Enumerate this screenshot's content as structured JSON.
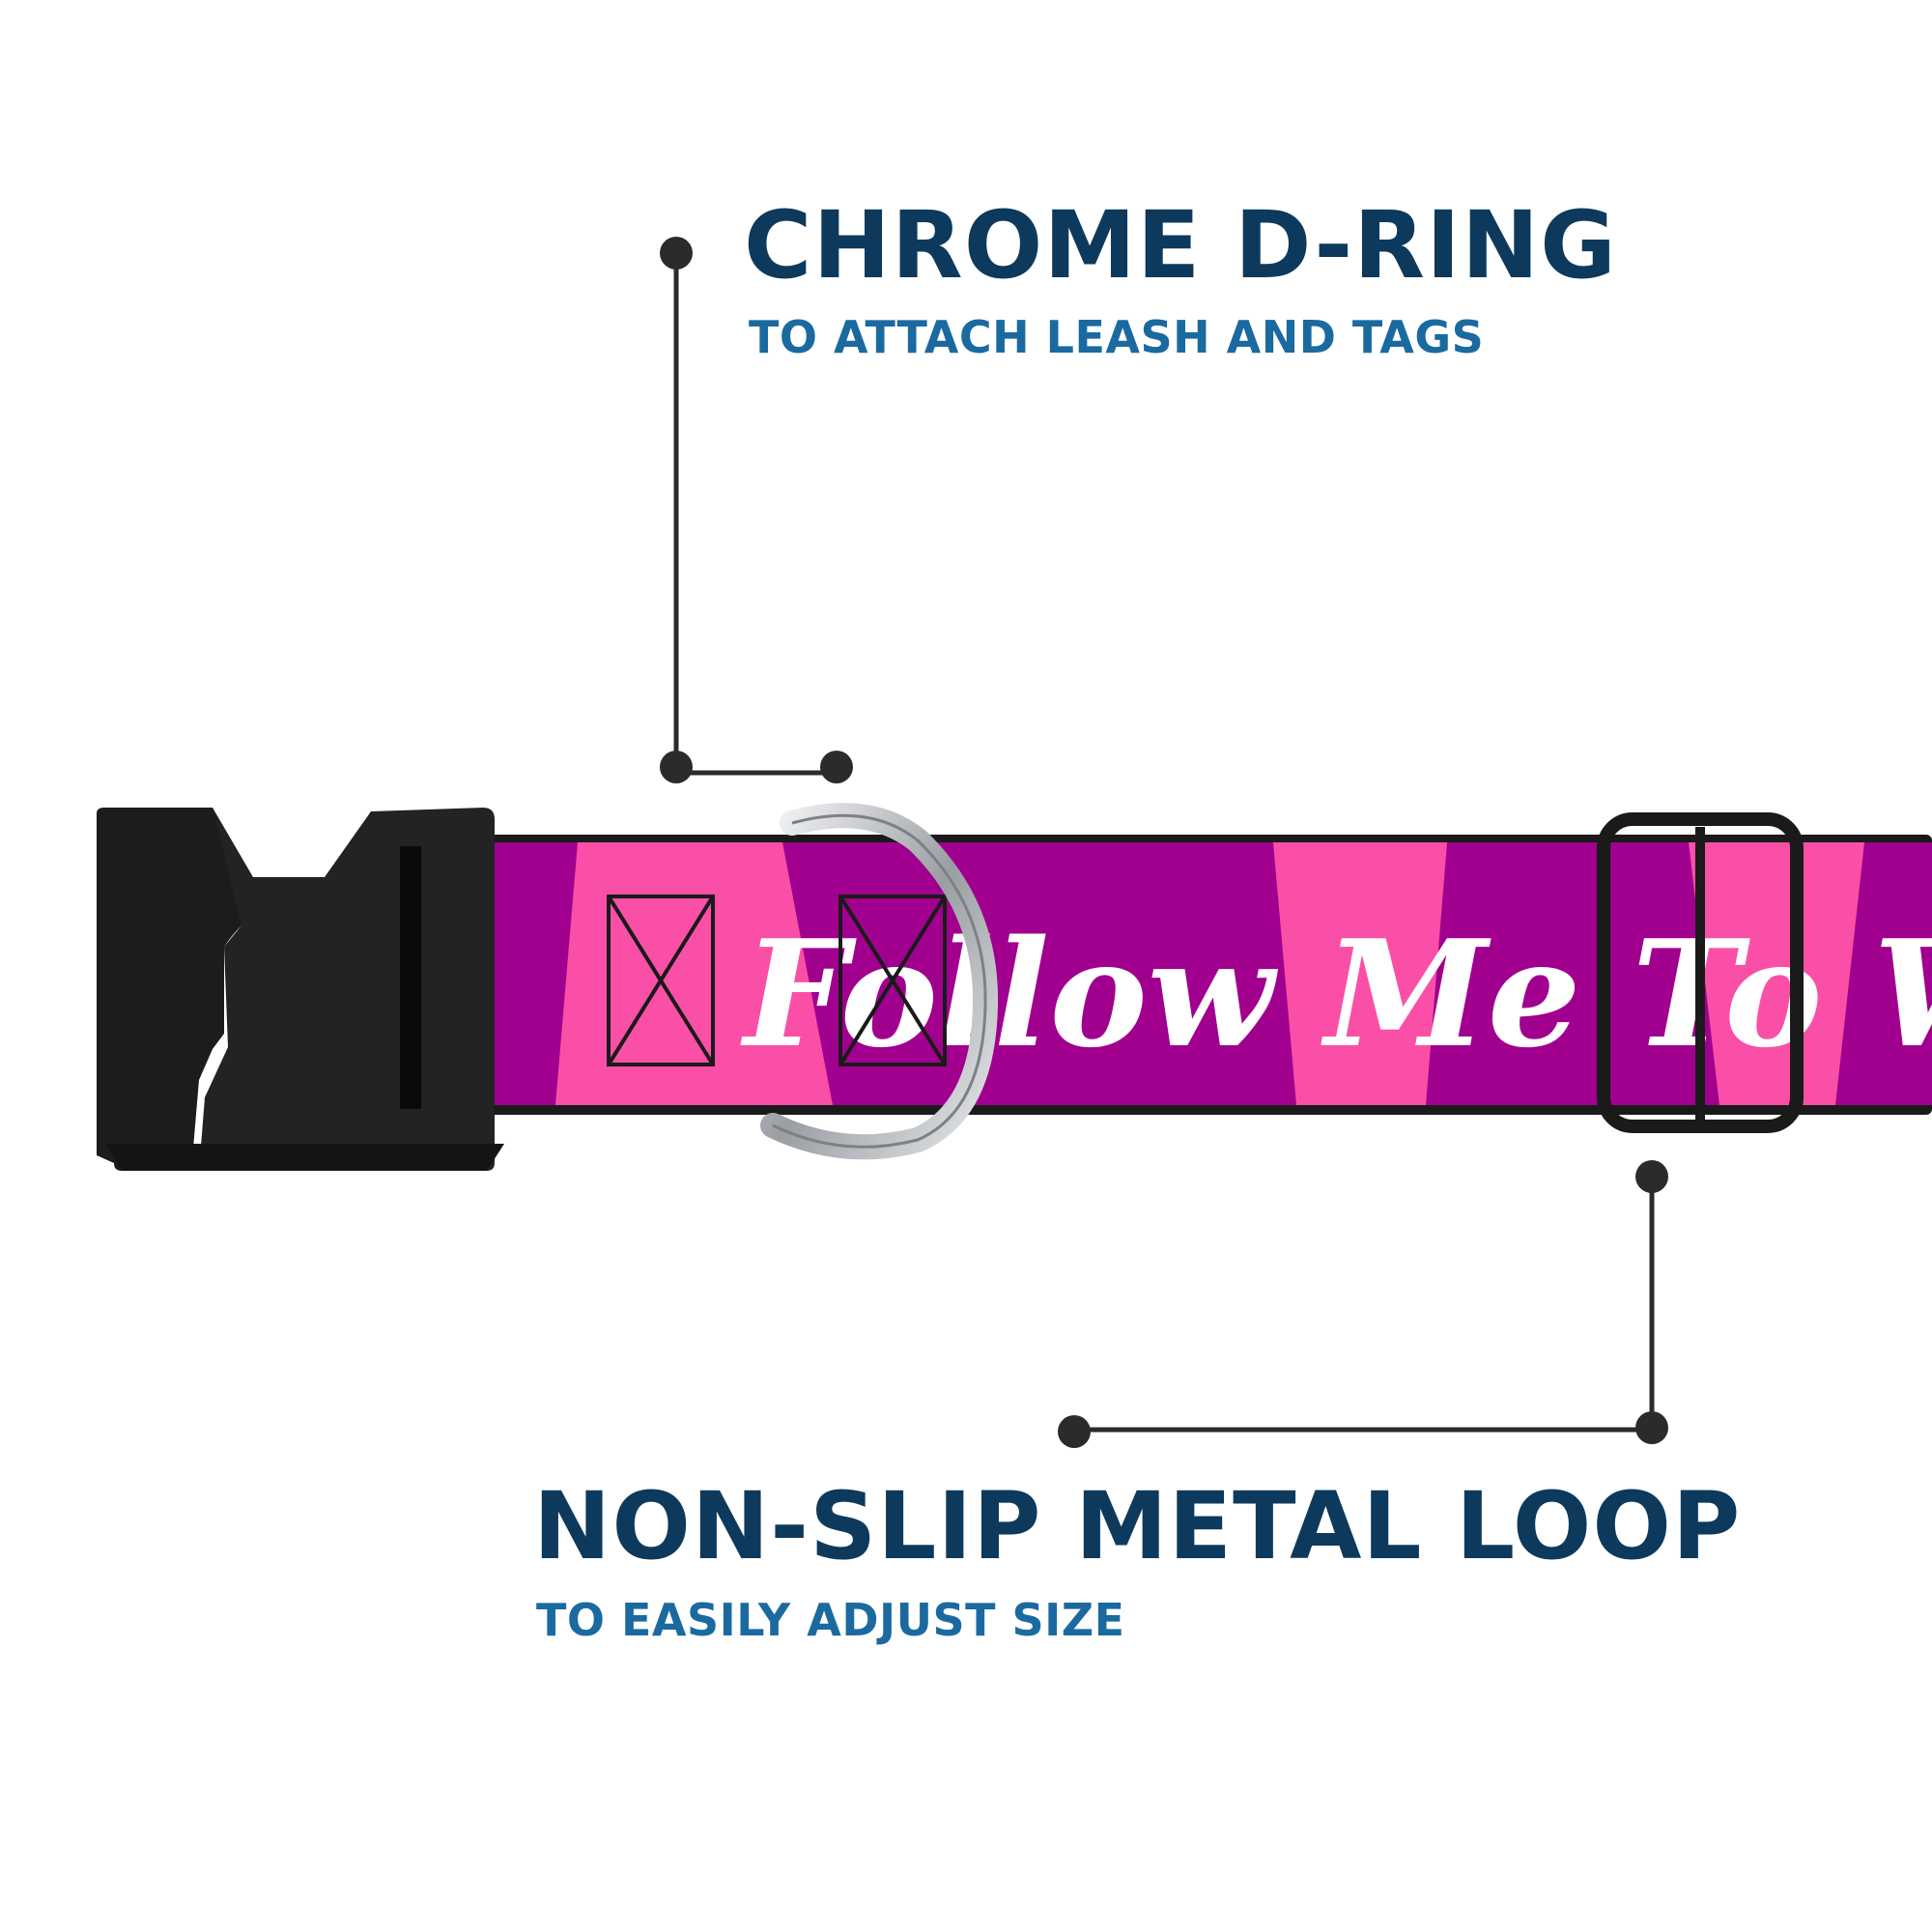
{
  "callouts": {
    "d_ring": {
      "title": "CHROME D-RING",
      "subtitle": "TO ATTACH LEASH AND TAGS"
    },
    "loop": {
      "title": "NON-SLIP METAL LOOP",
      "subtitle": "TO EASILY ADJUST SIZE"
    }
  },
  "collar": {
    "print_text": "Follow Me To W",
    "colors": {
      "purple": "#a1008f",
      "pink": "#fa4fa7",
      "edge": "#1a1a1a",
      "buckle": "#1c1c1c",
      "chrome": "#b9bcc0"
    }
  },
  "colors": {
    "title": "#0d3a5c",
    "subtitle": "#1a6aa0",
    "leader": "#2b2b2b"
  }
}
